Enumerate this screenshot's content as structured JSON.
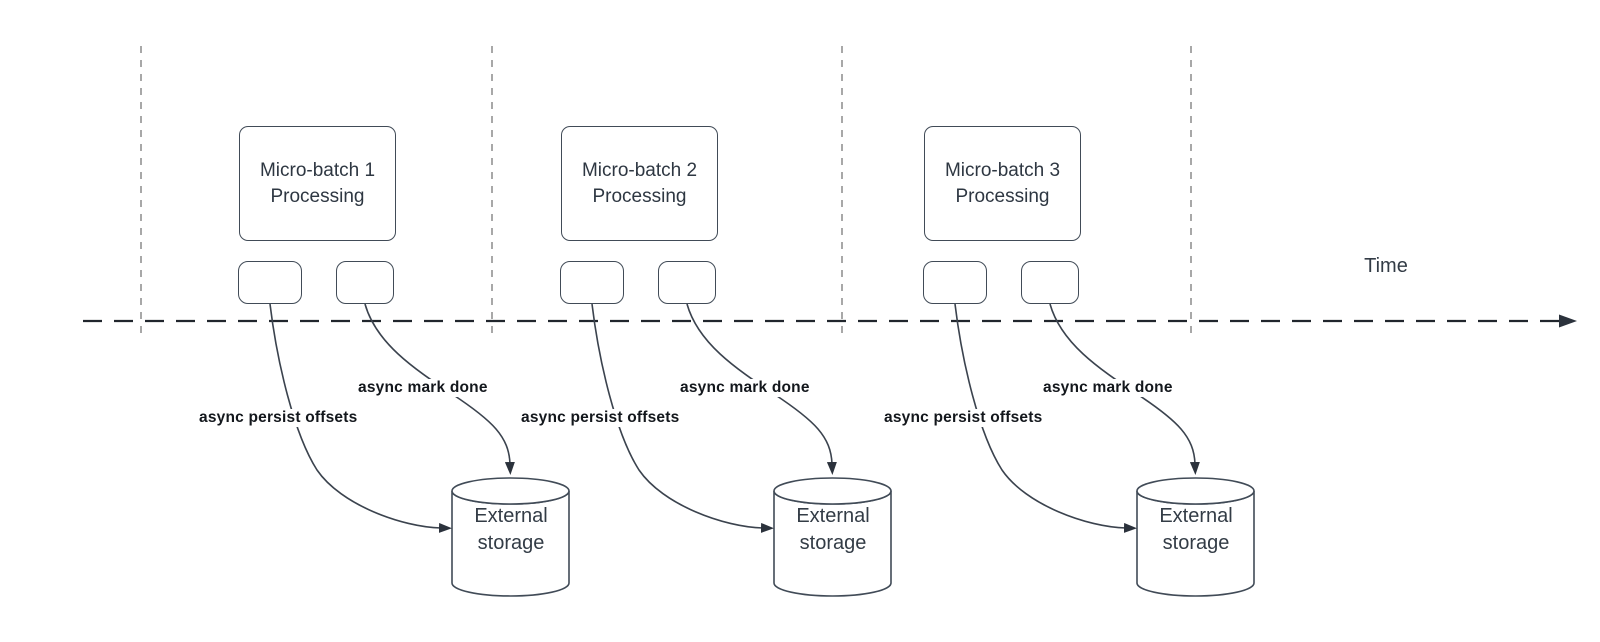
{
  "diagram": {
    "time_axis_label": "Time",
    "groups": [
      {
        "processing_label": "Micro-batch 1\nProcessing",
        "persist_offsets_label": "async persist offsets",
        "mark_done_label": "async mark done",
        "storage_label": "External\nstorage"
      },
      {
        "processing_label": "Micro-batch 2\nProcessing",
        "persist_offsets_label": "async persist offsets",
        "mark_done_label": "async mark done",
        "storage_label": "External\nstorage"
      },
      {
        "processing_label": "Micro-batch 3\nProcessing",
        "persist_offsets_label": "async persist offsets",
        "mark_done_label": "async mark done",
        "storage_label": "External\nstorage"
      }
    ],
    "colors": {
      "shape_stroke": "#414b57",
      "curve_stroke": "#3b434e",
      "gridline": "#9e9e9e",
      "timeline": "#21262d",
      "shape_text": "#2e3742",
      "label_text": "#13171c"
    }
  }
}
